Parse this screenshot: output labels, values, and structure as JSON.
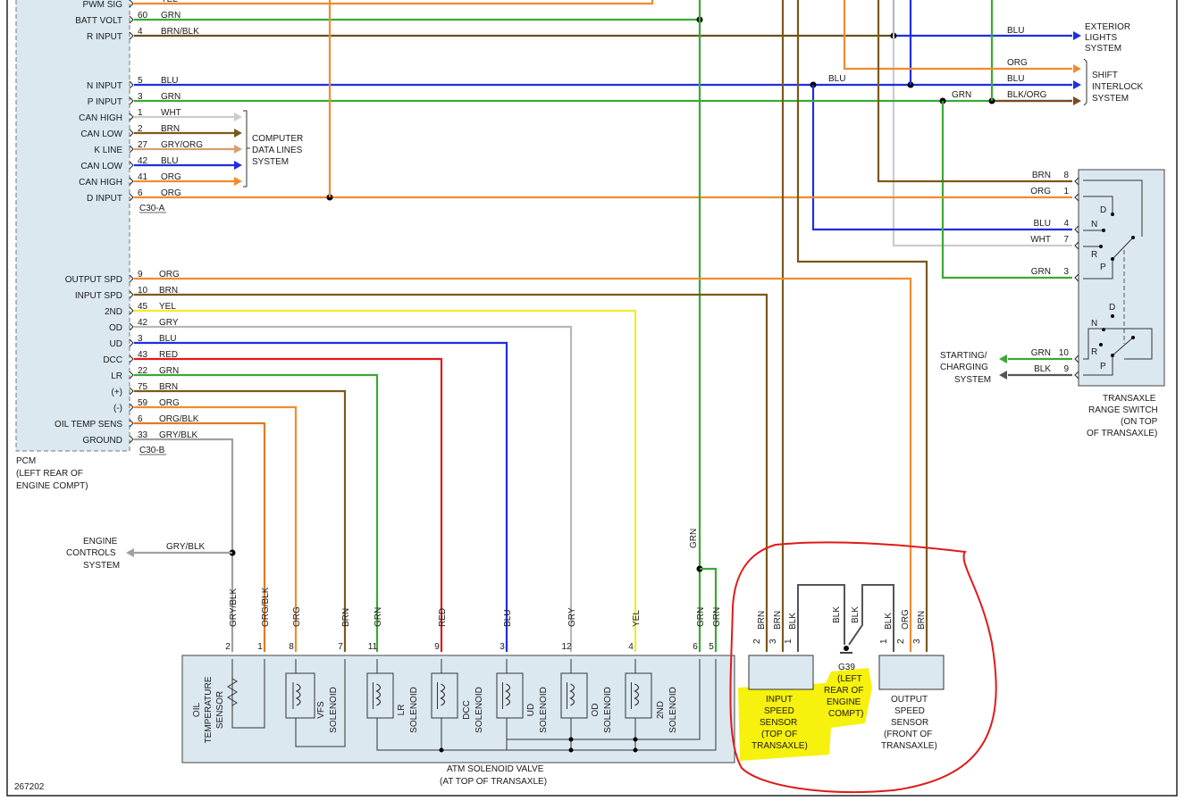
{
  "colors": {
    "ORG": "#f08c2e",
    "GRN": "#3aaa35",
    "BLU": "#1f2ee0",
    "BRN": "#7a5a1a",
    "YEL": "#f5ea2a",
    "GRY": "#b8b8b8",
    "RED": "#e01a1a",
    "WHT": "#cccccc",
    "BLK": "#555555",
    "GRY/BLK": "#a0a0a0",
    "ORG/BLK": "#e07a20",
    "GRY/ORG": "#d8a070",
    "BRN/BLK": "#6a5020",
    "BLK/ORG": "#7a4a20",
    "highlight": "#f5f000",
    "circle": "#e01a1a"
  },
  "pcm": {
    "name": "PCM",
    "location_lines": [
      "(LEFT REAR OF",
      "ENGINE COMPT)"
    ],
    "connector_a": "C30-A",
    "connector_b": "C30-B",
    "pins_a": [
      {
        "label": "PWM SIG",
        "pin": "",
        "color": "YEL"
      },
      {
        "label": "BATT VOLT",
        "pin": "60",
        "color": "GRN"
      },
      {
        "label": "R INPUT",
        "pin": "4",
        "color": "BRN/BLK"
      },
      {
        "label": "N INPUT",
        "pin": "5",
        "color": "BLU"
      },
      {
        "label": "P INPUT",
        "pin": "3",
        "color": "GRN"
      },
      {
        "label": "CAN HIGH",
        "pin": "1",
        "color": "WHT"
      },
      {
        "label": "CAN LOW",
        "pin": "2",
        "color": "BRN"
      },
      {
        "label": "K LINE",
        "pin": "27",
        "color": "GRY/ORG"
      },
      {
        "label": "CAN LOW",
        "pin": "42",
        "color": "BLU"
      },
      {
        "label": "CAN HIGH",
        "pin": "41",
        "color": "ORG"
      },
      {
        "label": "D INPUT",
        "pin": "6",
        "color": "ORG"
      }
    ],
    "pins_b": [
      {
        "label": "OUTPUT SPD",
        "pin": "9",
        "color": "ORG"
      },
      {
        "label": "INPUT SPD",
        "pin": "10",
        "color": "BRN"
      },
      {
        "label": "2ND",
        "pin": "45",
        "color": "YEL"
      },
      {
        "label": "OD",
        "pin": "42",
        "color": "GRY"
      },
      {
        "label": "UD",
        "pin": "3",
        "color": "BLU"
      },
      {
        "label": "DCC",
        "pin": "43",
        "color": "RED"
      },
      {
        "label": "LR",
        "pin": "22",
        "color": "GRN"
      },
      {
        "label": "(+)",
        "pin": "75",
        "color": "BRN"
      },
      {
        "label": "(-)",
        "pin": "59",
        "color": "ORG"
      },
      {
        "label": "OIL TEMP SENS",
        "pin": "6",
        "color": "ORG/BLK"
      },
      {
        "label": "GROUND",
        "pin": "33",
        "color": "GRY/BLK"
      }
    ]
  },
  "computer_data_lines": [
    "COMPUTER",
    "DATA LINES",
    "SYSTEM"
  ],
  "exterior_lights": [
    "EXTERIOR",
    "LIGHTS",
    "SYSTEM"
  ],
  "shift_interlock": [
    "SHIFT",
    "INTERLOCK",
    "SYSTEM"
  ],
  "engine_controls": [
    "ENGINE",
    "CONTROLS",
    "SYSTEM"
  ],
  "starting_charging": [
    "STARTING/",
    "CHARGING",
    "SYSTEM"
  ],
  "right_wire_labels": {
    "blu_ext": "BLU",
    "org_shift": "ORG",
    "blu_shift": "BLU",
    "blu_mid": "BLU",
    "grn_mid": "GRN",
    "blkorg_shift": "BLK/ORG",
    "gryblk_eng": "GRY/BLK"
  },
  "trs": {
    "title_lines": [
      "TRANSAXLE",
      "RANGE SWITCH",
      "(ON TOP",
      "OF TRANSAXLE)"
    ],
    "pins": [
      {
        "color": "BRN",
        "pin": "8"
      },
      {
        "color": "ORG",
        "pin": "1"
      },
      {
        "color": "BLU",
        "pin": "4"
      },
      {
        "color": "WHT",
        "pin": "7"
      },
      {
        "color": "GRN",
        "pin": "3"
      },
      {
        "color": "GRN",
        "pin": "10"
      },
      {
        "color": "BLK",
        "pin": "9"
      }
    ],
    "positions_upper": [
      "D",
      "N",
      "R",
      "P"
    ],
    "positions_lower": [
      "D",
      "N",
      "R",
      "P"
    ]
  },
  "solenoid_valve": {
    "title_lines": [
      "ATM SOLENOID VALVE",
      "(AT TOP OF TRANSAXLE)"
    ],
    "pins": [
      {
        "color": "GRY/BLK",
        "pin": "2"
      },
      {
        "color": "ORG/BLK",
        "pin": "1"
      },
      {
        "color": "ORG",
        "pin": "8"
      },
      {
        "color": "BRN",
        "pin": "7"
      },
      {
        "color": "GRN",
        "pin": "11"
      },
      {
        "color": "RED",
        "pin": "9"
      },
      {
        "color": "BLU",
        "pin": "3"
      },
      {
        "color": "GRY",
        "pin": "12"
      },
      {
        "color": "YEL",
        "pin": "4"
      },
      {
        "color": "GRN",
        "pin": "6"
      },
      {
        "color": "GRN",
        "pin": "5"
      }
    ],
    "components": [
      {
        "name_lines": [
          "OIL",
          "TEMPERATURE",
          "SENSOR"
        ]
      },
      {
        "name_lines": [
          "VFS",
          "SOLENOID"
        ]
      },
      {
        "name_lines": [
          "LR",
          "SOLENOID"
        ]
      },
      {
        "name_lines": [
          "DCC",
          "SOLENOID"
        ]
      },
      {
        "name_lines": [
          "UD",
          "SOLENOID"
        ]
      },
      {
        "name_lines": [
          "OD",
          "SOLENOID"
        ]
      },
      {
        "name_lines": [
          "2ND",
          "SOLENOID"
        ]
      }
    ],
    "grn_feed_label": "GRN"
  },
  "input_speed_sensor": {
    "pins": [
      {
        "color": "BRN",
        "pin": "2"
      },
      {
        "color": "BRN",
        "pin": "3"
      },
      {
        "color": "BLK",
        "pin": "1"
      }
    ],
    "name_lines": [
      "INPUT",
      "SPEED",
      "SENSOR",
      "(TOP OF",
      "TRANSAXLE)"
    ]
  },
  "ground": {
    "wire_labels": [
      "BLK",
      "BLK"
    ],
    "name_lines": [
      "G39",
      "(LEFT",
      "REAR OF",
      "ENGINE",
      "COMPT)"
    ]
  },
  "output_speed_sensor": {
    "pins": [
      {
        "color": "BLK",
        "pin": "1"
      },
      {
        "color": "ORG",
        "pin": "2"
      },
      {
        "color": "BRN",
        "pin": "3"
      }
    ],
    "name_lines": [
      "OUTPUT",
      "SPEED",
      "SENSOR",
      "(FRONT OF",
      "TRANSAXLE)"
    ]
  },
  "diagram_number": "267202"
}
